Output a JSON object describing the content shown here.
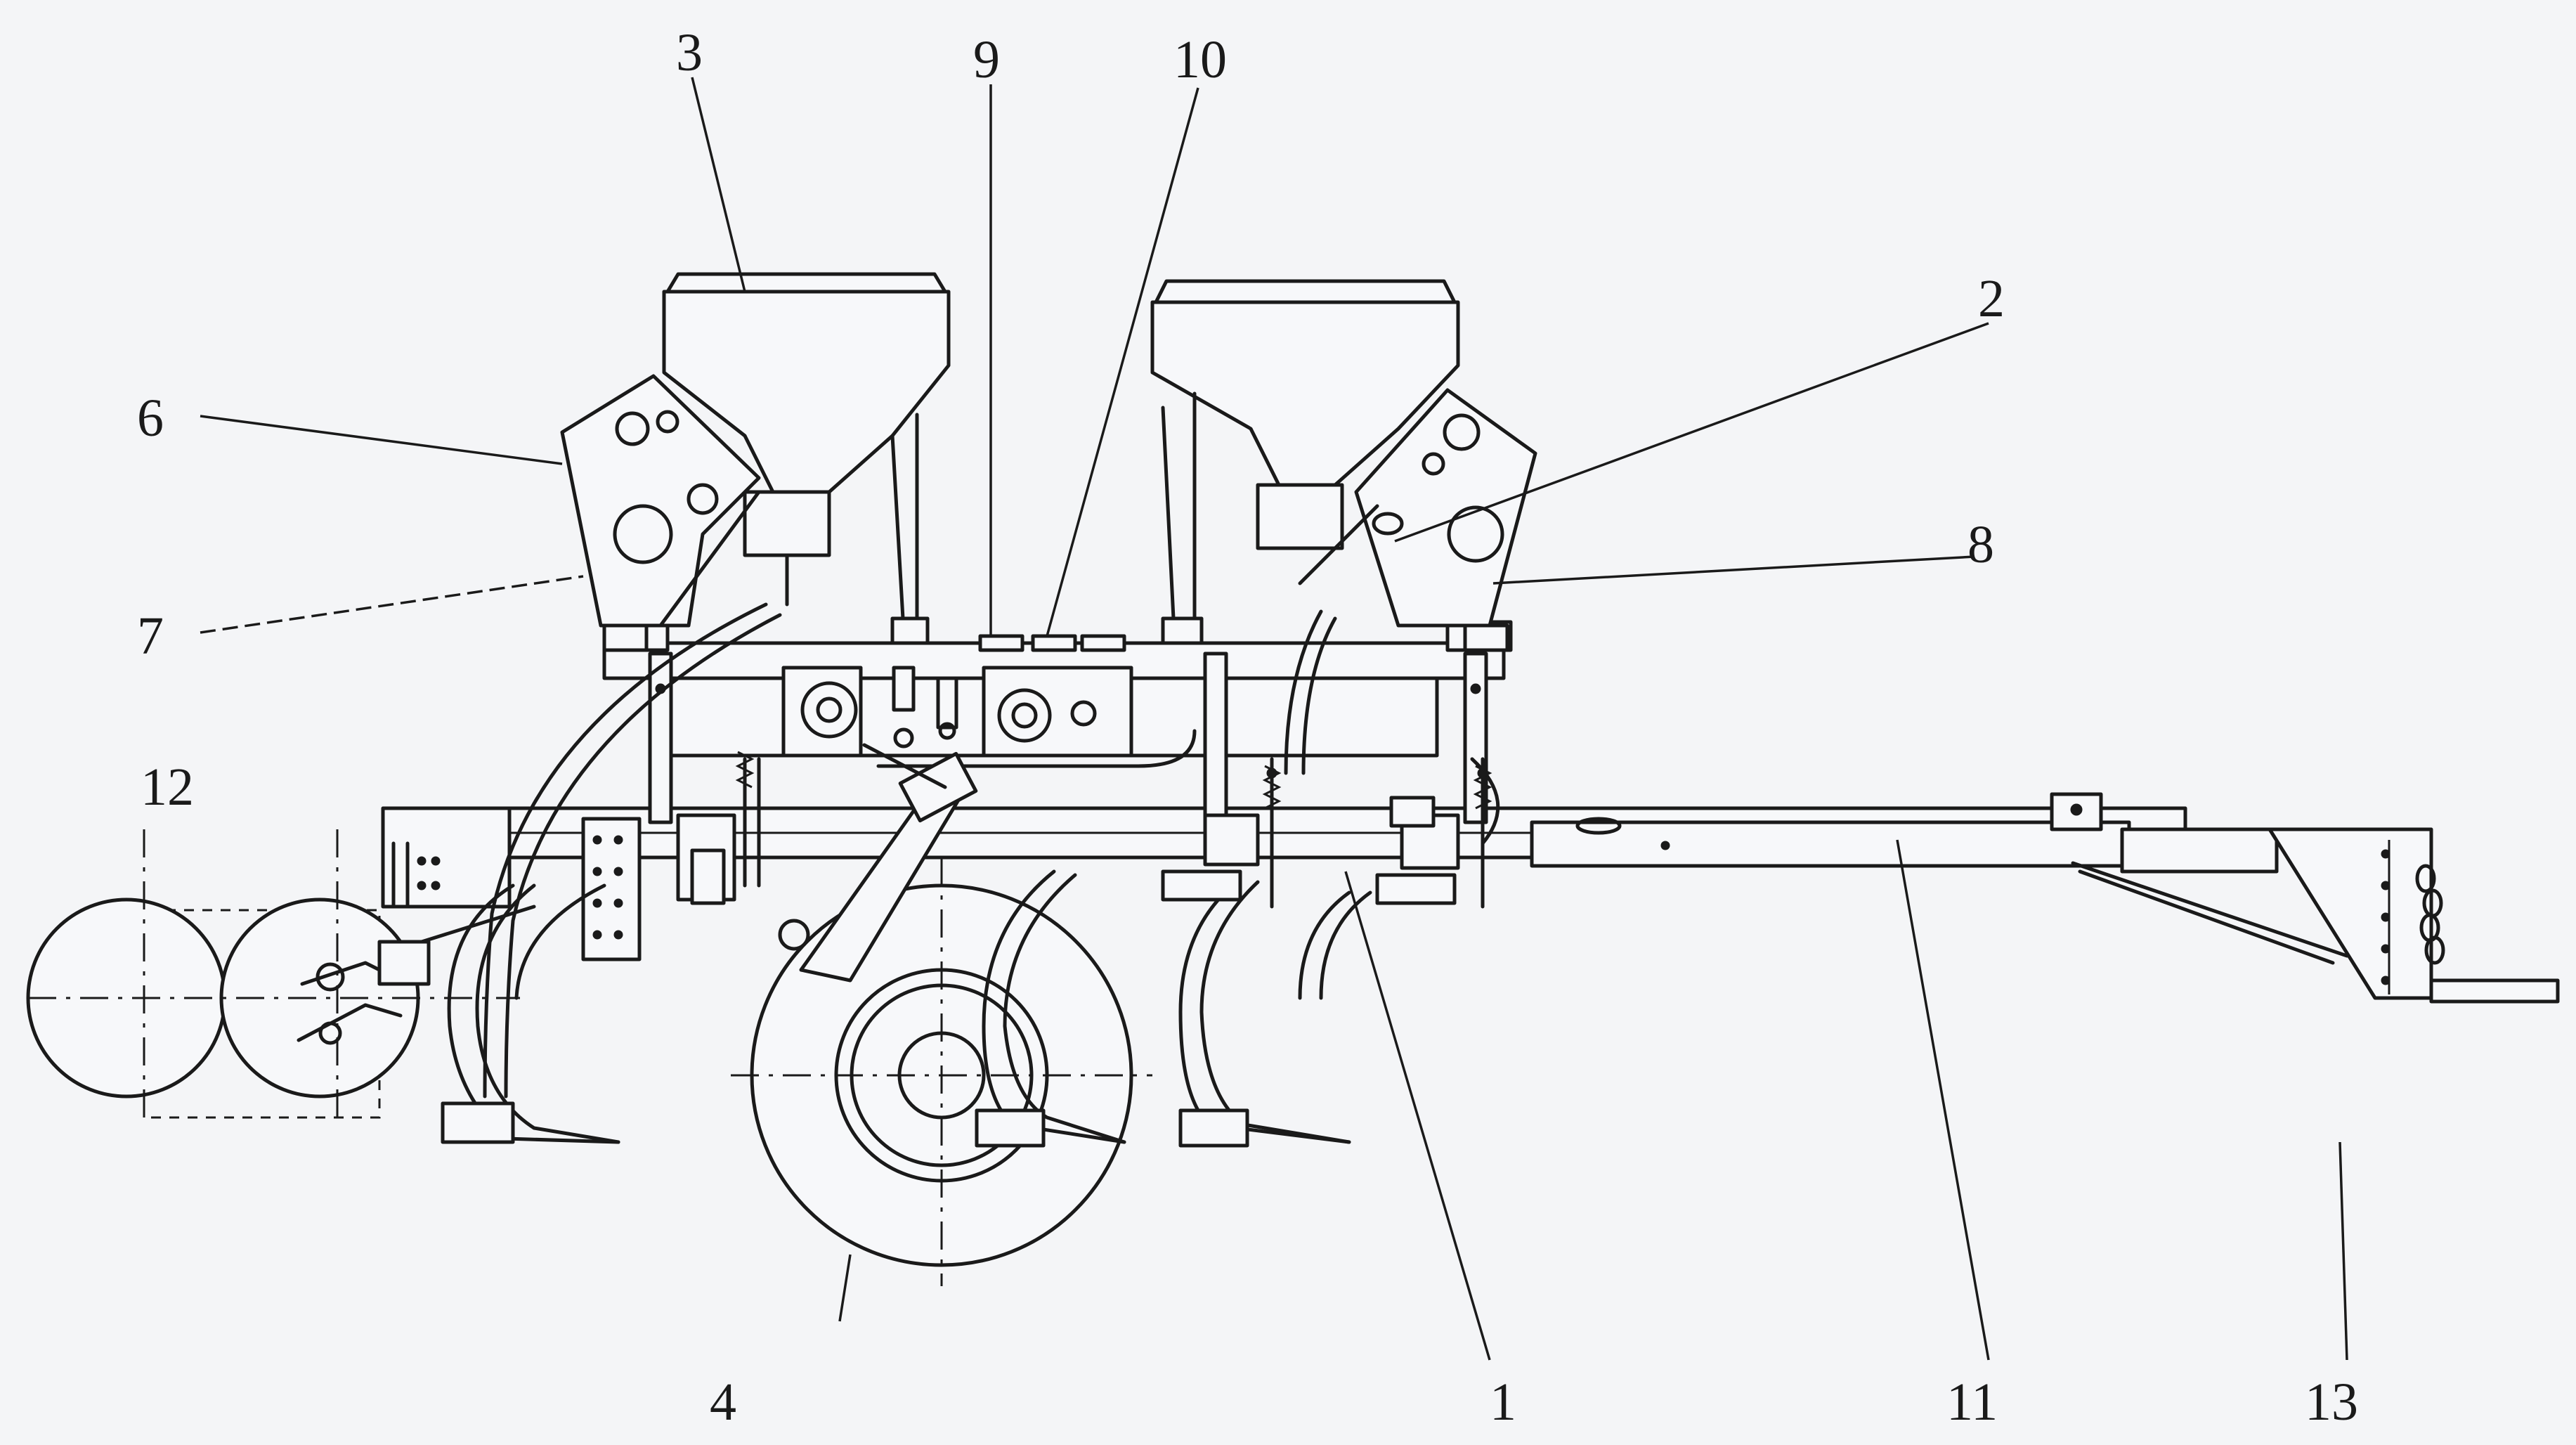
{
  "diagram": {
    "callouts": [
      {
        "id": "label-1",
        "text": "1"
      },
      {
        "id": "label-2",
        "text": "2"
      },
      {
        "id": "label-3",
        "text": "3"
      },
      {
        "id": "label-4",
        "text": "4"
      },
      {
        "id": "label-6",
        "text": "6"
      },
      {
        "id": "label-7",
        "text": "7"
      },
      {
        "id": "label-8",
        "text": "8"
      },
      {
        "id": "label-9",
        "text": "9"
      },
      {
        "id": "label-10",
        "text": "10"
      },
      {
        "id": "label-11",
        "text": "11"
      },
      {
        "id": "label-12",
        "text": "12"
      },
      {
        "id": "label-13",
        "text": "13"
      }
    ]
  }
}
